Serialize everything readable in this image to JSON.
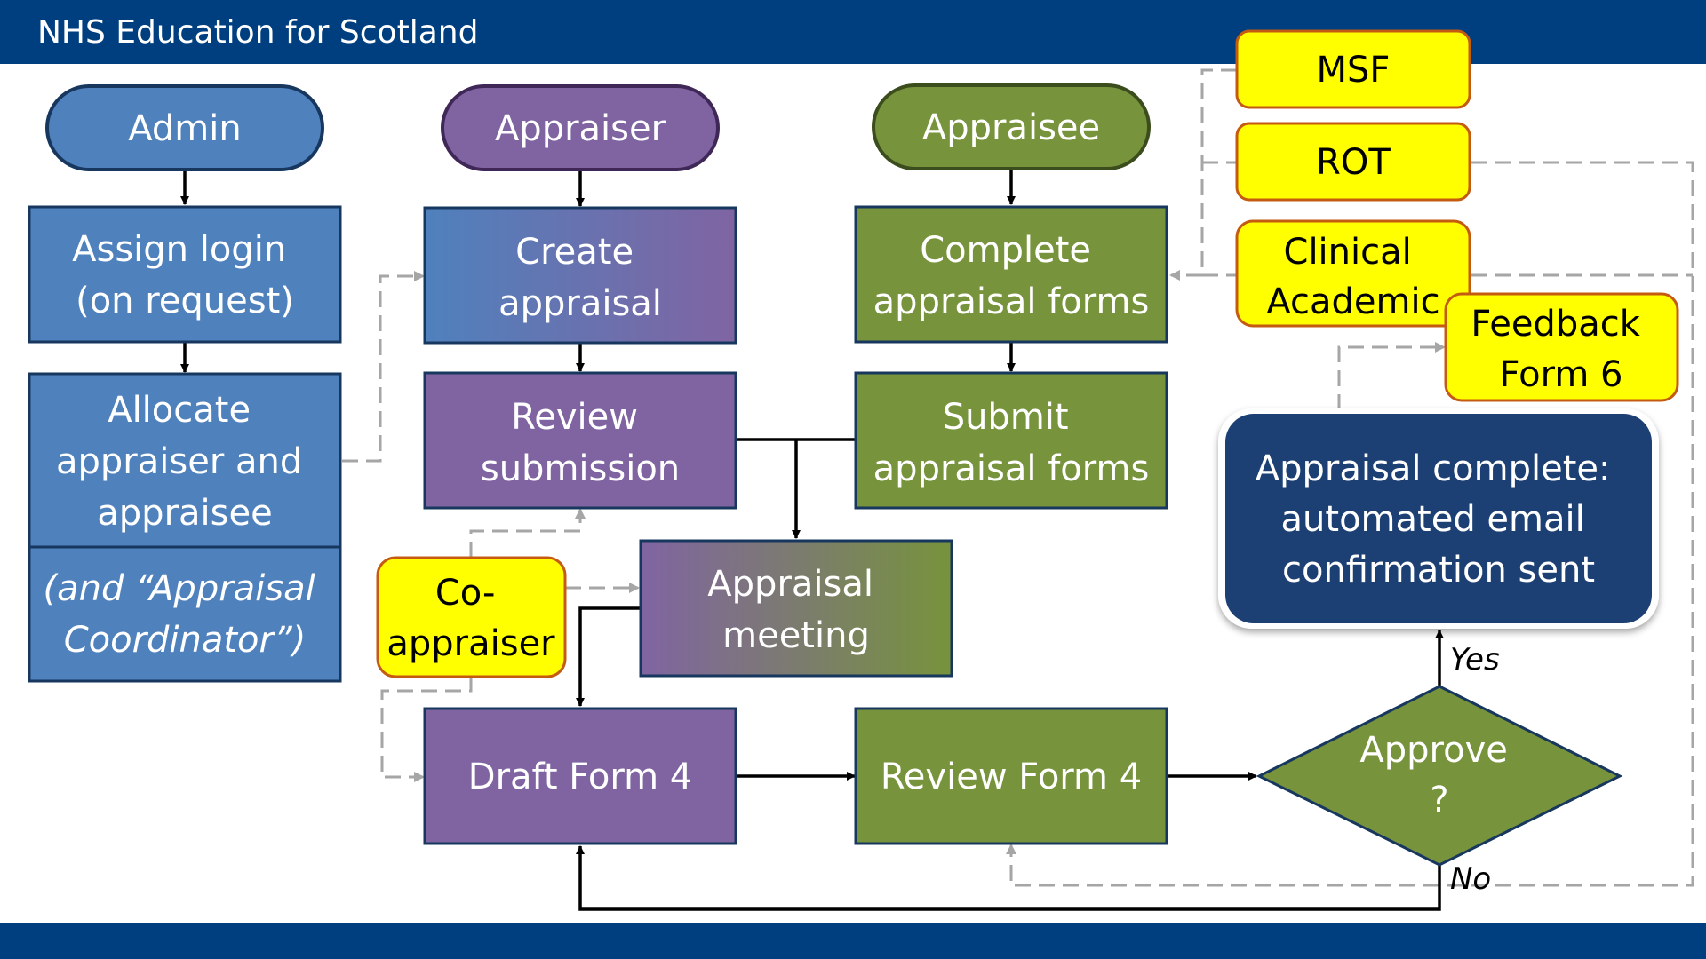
{
  "header": {
    "title": "NHS Education for Scotland"
  },
  "colors": {
    "admin": "#4f81bd",
    "appraiser": "#8064a2",
    "appraisee": "#77933c",
    "highlight": "#ffff00",
    "highlight_border": "#c55a11",
    "complete": "#1f3f73",
    "bar": "#003f7f"
  },
  "nodes": {
    "admin_start": "Admin",
    "appraiser_start": "Appraiser",
    "appraisee_start": "Appraisee",
    "assign_login": [
      "Assign login",
      "(on request)"
    ],
    "allocate": [
      "Allocate",
      "appraiser and",
      "appraisee"
    ],
    "coordinator": [
      "(and “Appraisal",
      "Coordinator”)"
    ],
    "create_appraisal": [
      "Create",
      "appraisal"
    ],
    "review_submission": [
      "Review",
      "submission"
    ],
    "complete_forms": [
      "Complete",
      "appraisal forms"
    ],
    "submit_forms": [
      "Submit",
      "appraisal forms"
    ],
    "appraisal_meeting": [
      "Appraisal",
      "meeting"
    ],
    "co_appraiser": [
      "Co-",
      "appraiser"
    ],
    "draft_form4": "Draft Form 4",
    "review_form4": "Review Form 4",
    "approve": [
      "Approve",
      "?"
    ],
    "approval_complete": [
      "Appraisal complete:",
      "automated email",
      "confirmation sent"
    ],
    "msf": "MSF",
    "rot": "ROT",
    "clinical_academic": [
      "Clinical",
      "Academic"
    ],
    "feedback_form6": [
      "Feedback",
      "Form 6"
    ]
  },
  "edges": {
    "yes": "Yes",
    "no": "No"
  }
}
